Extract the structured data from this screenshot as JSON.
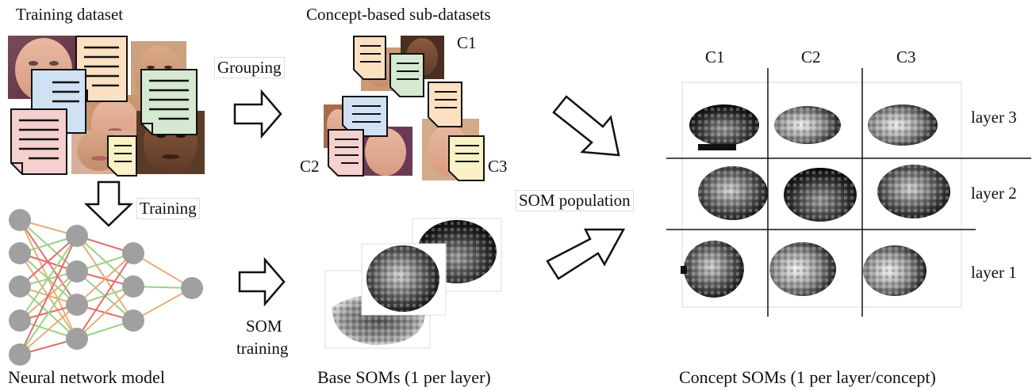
{
  "labels": {
    "training_dataset": "Training dataset",
    "concept_subdatasets": "Concept-based sub-datasets",
    "grouping": "Grouping",
    "training": "Training",
    "som_training_1": "SOM",
    "som_training_2": "training",
    "som_population": "SOM population",
    "c1": "C1",
    "c2": "C2",
    "c3": "C3",
    "neural_network_model": "Neural network model",
    "base_soms": "Base SOMs (1 per layer)",
    "concept_soms": "Concept SOMs (1 per layer/concept)"
  },
  "grid": {
    "columns": [
      "C1",
      "C2",
      "C3"
    ],
    "rows": [
      "layer 3",
      "layer 2",
      "layer 1"
    ]
  },
  "colors": {
    "doc_orange": "#fbe0c2",
    "doc_blue": "#cfe1f3",
    "doc_green": "#d5e8d0",
    "doc_pink": "#f6cfcf",
    "doc_yellow": "#fbf1c6",
    "node_gray": "#a0a0a0"
  },
  "icons": {
    "document": "document-icon",
    "arrow": "hollow-arrow-icon",
    "face": "face-photo"
  }
}
